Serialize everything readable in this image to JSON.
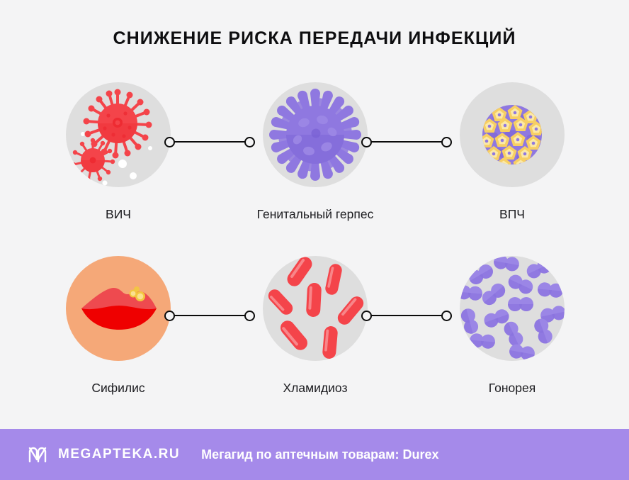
{
  "title": "СНИЖЕНИЕ РИСКА ПЕРЕДАЧИ ИНФЕКЦИЙ",
  "colors": {
    "background": "#f4f4f5",
    "disc_gray": "#dedede",
    "disc_skin": "#f5a878",
    "virus_red": "#f4444a",
    "virus_red_dark": "#e02f36",
    "virus_purple": "#8f78e0",
    "virus_purple_dark": "#7a62d4",
    "capsomere_yellow": "#f7cf63",
    "capsomere_yellow_light": "#fbe9a8",
    "lip_red": "#ef0000",
    "lip_red_light": "#ee4a4f",
    "connector_black": "#0a0a0a",
    "footer_purple": "#a58aea",
    "footer_text": "#ffffff",
    "title_text": "#0e0e10",
    "label_text": "#1b1b1f"
  },
  "rows": [
    {
      "id": "row-1",
      "cells": [
        {
          "label": "ВИЧ",
          "icon": "hiv-virus-icon",
          "disc": "gray"
        },
        {
          "label": "Генитальный герпес",
          "icon": "herpes-virus-icon",
          "disc": "gray"
        },
        {
          "label": "ВПЧ",
          "icon": "hpv-virus-icon",
          "disc": "gray"
        }
      ],
      "connectors": [
        {
          "id": "conn-1a"
        },
        {
          "id": "conn-1b"
        }
      ]
    },
    {
      "id": "row-2",
      "cells": [
        {
          "label": "Сифилис",
          "icon": "lips-sores-icon",
          "disc": "skin"
        },
        {
          "label": "Хламидиоз",
          "icon": "chlamydia-bacteria-icon",
          "disc": "gray"
        },
        {
          "label": "Гонорея",
          "icon": "gonorrhea-diplococci-icon",
          "disc": "gray"
        }
      ],
      "connectors": [
        {
          "id": "conn-2a"
        },
        {
          "id": "conn-2b"
        }
      ]
    }
  ],
  "footer": {
    "logo": "megapteka-m-logo-icon",
    "brand": "MEGAPTEKA.RU",
    "tagline": "Мегагид по аптечным товарам: Durex"
  }
}
